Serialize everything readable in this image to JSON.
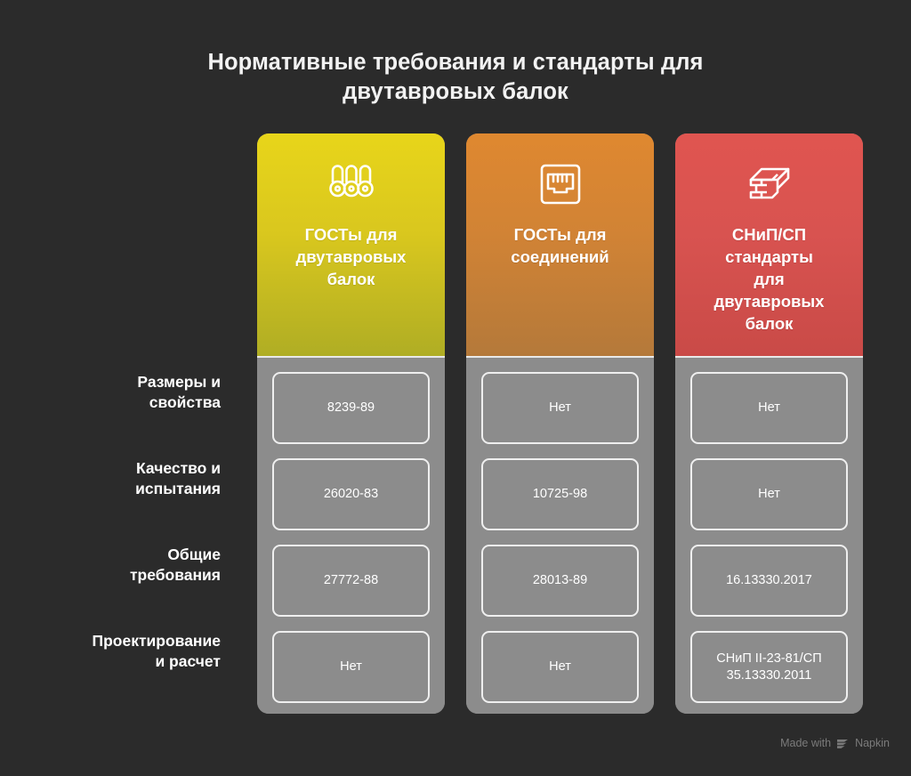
{
  "title": {
    "line1": "Нормативные требования и стандарты для",
    "line2": "двутавровых балок"
  },
  "colors": {
    "background": "#2b2b2b",
    "column_body": "#8c8c8c",
    "cell_border": "#efefef",
    "text": "#ffffff",
    "column1_top": "#e8d51a",
    "column1_bottom": "#afad24",
    "column2_top": "#df8830",
    "column2_bottom": "#b4793a",
    "column3_top": "#e05550",
    "column3_bottom": "#c94a47",
    "watermark": "#7b7b7b"
  },
  "row_labels": [
    {
      "line1": "Размеры и",
      "line2": "свойства"
    },
    {
      "line1": "Качество и",
      "line2": "испытания"
    },
    {
      "line1": "Общие",
      "line2": "требования"
    },
    {
      "line1": "Проектирование",
      "line2": "и расчет"
    }
  ],
  "columns": [
    {
      "icon": "i-beam-rolls-icon",
      "title_line1": "ГОСТы для",
      "title_line2": "двутавровых",
      "title_line3": "балок",
      "cells": [
        {
          "line1": "8239-89",
          "line2": ""
        },
        {
          "line1": "26020-83",
          "line2": ""
        },
        {
          "line1": "27772-88",
          "line2": ""
        },
        {
          "line1": "Нет",
          "line2": ""
        }
      ]
    },
    {
      "icon": "connector-port-icon",
      "title_line1": "ГОСТы для",
      "title_line2": "соединений",
      "title_line3": "",
      "cells": [
        {
          "line1": "Нет",
          "line2": ""
        },
        {
          "line1": "10725-98",
          "line2": ""
        },
        {
          "line1": "28013-89",
          "line2": ""
        },
        {
          "line1": "Нет",
          "line2": ""
        }
      ]
    },
    {
      "icon": "steel-beam-3d-icon",
      "title_line1": "СНиП/СП",
      "title_line2": "стандарты",
      "title_line3": "для",
      "title_line4": "двутавровых",
      "title_line5": "балок",
      "cells": [
        {
          "line1": "Нет",
          "line2": ""
        },
        {
          "line1": "Нет",
          "line2": ""
        },
        {
          "line1": "16.13330.2017",
          "line2": ""
        },
        {
          "line1": "СНиП II-23-81/СП",
          "line2": "35.13330.2011"
        }
      ]
    }
  ],
  "watermark": {
    "prefix": "Made with",
    "brand": "Napkin"
  }
}
